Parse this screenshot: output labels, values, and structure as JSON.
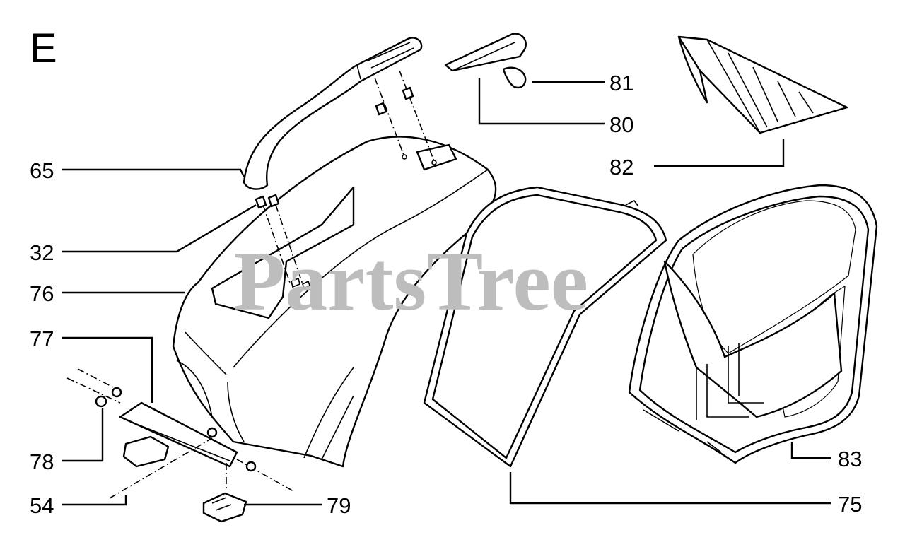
{
  "section_letter": "E",
  "watermark": "PartsTree",
  "callouts": [
    "65",
    "32",
    "76",
    "77",
    "78",
    "54",
    "79",
    "80",
    "81",
    "82",
    "83",
    "75"
  ],
  "colors": {
    "line": "#000000",
    "watermark": "#bdbdbd",
    "background": "#ffffff"
  }
}
